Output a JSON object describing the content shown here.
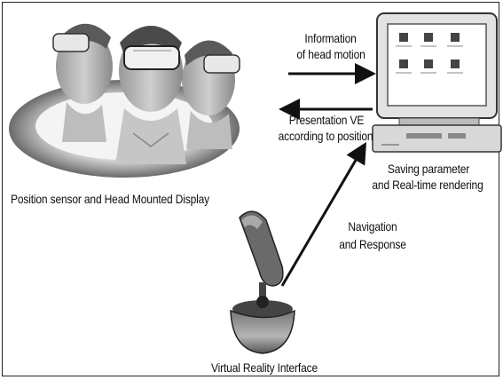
{
  "labels": {
    "info_line1": "Information",
    "info_line2": "of head motion",
    "present_line1": "Presentation VE",
    "present_line2": "according to position",
    "saving_line1": "Saving parameter",
    "saving_line2": "and Real-time rendering",
    "position_sensor": "Position sensor and Head Mounted Display",
    "nav_line1": "Navigation",
    "nav_line2": "and Response",
    "vr_interface": "Virtual Reality Interface"
  }
}
